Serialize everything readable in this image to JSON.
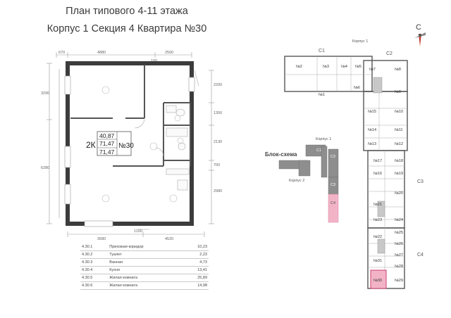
{
  "title": {
    "line1": "План типового 4-11 этажа",
    "line2": "Корпус 1 Секция 4 Квартира №30"
  },
  "dims": {
    "top_left": "670",
    "top_mid": "4880",
    "top_right": "2500",
    "top_small": "100",
    "left_upper": "3290",
    "left_lower": "6280",
    "right_1": "2200",
    "right_2": "1350",
    "right_3": "2130",
    "right_4": "700",
    "right_5": "2980",
    "bottom_left": "3580",
    "bottom_right": "4520",
    "bottom_small": "1100"
  },
  "apartment": {
    "rooms_label": "2К",
    "living_area": "40,87",
    "total_area": "71,47",
    "total_area_2": "71,47",
    "number": "№30"
  },
  "legend": [
    {
      "code": "4.30.1",
      "name": "Прихожая-коридор",
      "area": "10,23"
    },
    {
      "code": "4.30.2",
      "name": "Туалет",
      "area": "2,23"
    },
    {
      "code": "4.30.3",
      "name": "Ванная",
      "area": "4,73"
    },
    {
      "code": "4.30.4",
      "name": "Кухня",
      "area": "13,41"
    },
    {
      "code": "4.30.5",
      "name": "Жилая комната",
      "area": "25,89"
    },
    {
      "code": "4.30.6",
      "name": "Жилая комната",
      "area": "14,98"
    }
  ],
  "scheme": {
    "title": "Блок-схема",
    "korpus1": "Корпус 1",
    "korpus2": "Корпус 2",
    "c1": "С1",
    "c2": "С2",
    "c3": "С3",
    "c4": "С4"
  },
  "site": {
    "korpus1": "Корпус 1",
    "sections": {
      "c1": "С1",
      "c2": "С2",
      "c3": "С3",
      "c4": "С4"
    },
    "units": {
      "u1": "№1",
      "u2": "№2",
      "u3": "№3",
      "u4": "№4",
      "u5": "№5",
      "u6": "№6",
      "u7": "№7",
      "u8": "№8",
      "u9": "№9",
      "u10": "№10",
      "u11": "№11",
      "u12": "№12",
      "u13": "№13",
      "u14": "№14",
      "u15": "№15",
      "u16": "№16",
      "u17": "№17",
      "u18": "№18",
      "u19": "№19",
      "u20": "№20",
      "u21": "№21",
      "u22": "№22",
      "u23": "№23",
      "u24": "№24",
      "u25": "№25",
      "u26": "№26",
      "u27": "№27",
      "u28": "№28",
      "u29": "№29",
      "u30": "№30",
      "u31": "№31"
    }
  },
  "compass": "С",
  "colors": {
    "highlight": "#f2b3c7",
    "wall": "#3c3c3c",
    "line": "#9a9a9a"
  }
}
